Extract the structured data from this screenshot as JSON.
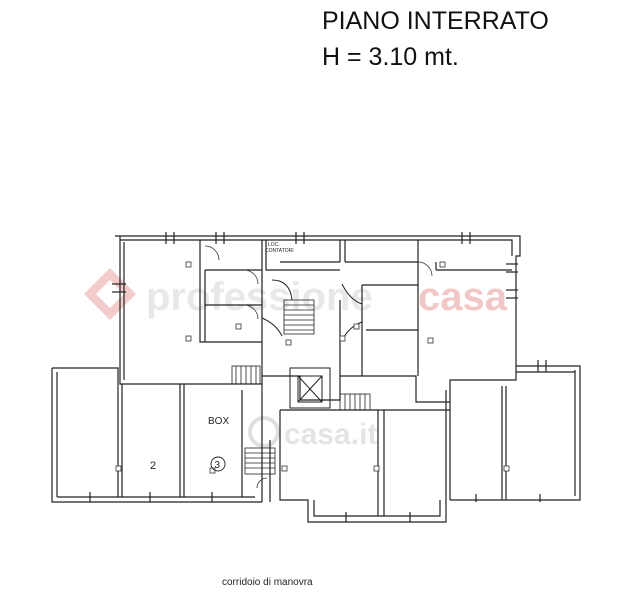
{
  "header": {
    "title": "PIANO INTERRATO",
    "height_label": "H = 3.10 mt."
  },
  "plan": {
    "room_labels": {
      "contatori": [
        "LOC.",
        "CONTATORI"
      ],
      "box": "BOX",
      "box_number_2": "2",
      "box_number_3": "3"
    },
    "footer_label": "corridoio di manovra"
  },
  "watermark": {
    "brand_part1": "professione",
    "brand_part2": "casa",
    "brand_secondary": "casa.it",
    "color_part1": "#e8e8e8",
    "color_part2": "#f3c6c6"
  }
}
